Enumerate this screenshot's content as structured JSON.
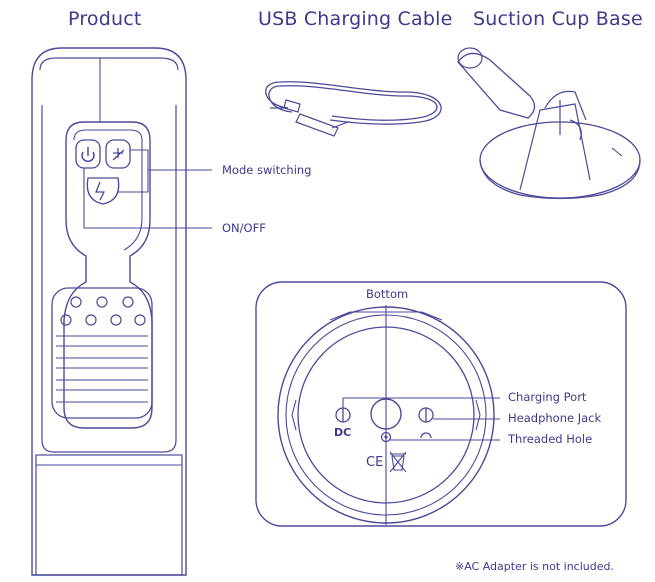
{
  "headings": {
    "product": "Product",
    "usb_cable": "USB Charging Cable",
    "suction_base": "Suction Cup Base"
  },
  "callouts": {
    "mode_switching": "Mode switching",
    "on_off": "ON/OFF"
  },
  "bottom_view": {
    "title": "Bottom",
    "charging_port": "Charging Port",
    "headphone_jack": "Headphone Jack",
    "threaded_hole": "Threaded Hole",
    "dc_mark": "DC",
    "ce_mark": "CE"
  },
  "footnote": "※AC Adapter is not included.",
  "colors": {
    "line": "#4b4a9a",
    "text": "#3d3a8c"
  }
}
